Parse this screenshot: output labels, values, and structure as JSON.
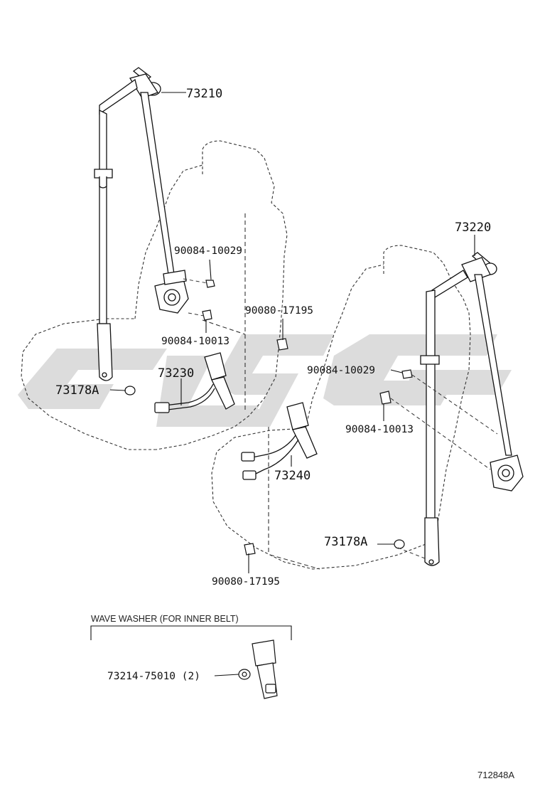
{
  "parts": {
    "upper_left_belt": "73210",
    "upper_right_belt": "73220",
    "left_buckle": "73230",
    "right_buckle": "73240",
    "left_cover": "73178A",
    "right_cover": "73178A",
    "bolt_a_left": "90084-10029",
    "bolt_b_left": "90084-10013",
    "bolt_c_left": "90080-17195",
    "bolt_a_right": "90084-10029",
    "bolt_b_right": "90084-10013",
    "bolt_c_right": "90080-17195",
    "washer": "73214-75010 (2)"
  },
  "inset": {
    "title": "WAVE WASHER (FOR INNER BELT)"
  },
  "figure_id": "712848A",
  "colors": {
    "line": "#111111",
    "watermark": "#d9d9d9"
  }
}
